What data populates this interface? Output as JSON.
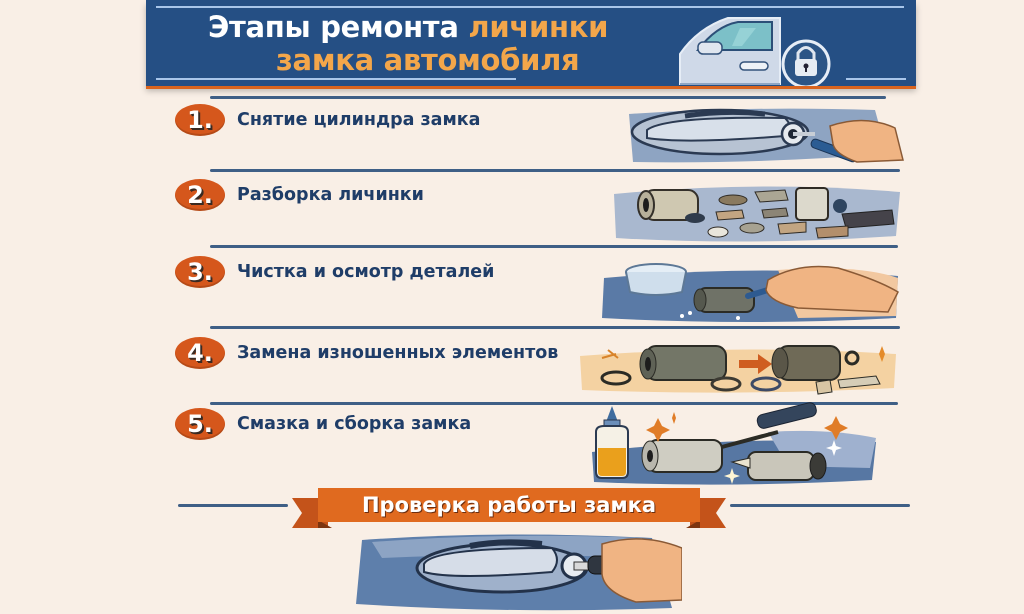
{
  "header": {
    "title_part1": "Этапы ремонта ",
    "title_part1_accent": "личинки",
    "title_line2": "замка автомобиля",
    "icons": [
      "car-door-icon",
      "padlock-icon"
    ],
    "colors": {
      "background": "#254f84",
      "accent": "#f3a64a",
      "text": "#ffffff"
    }
  },
  "steps": [
    {
      "number": "1.",
      "label": "Снятие цилиндра замка",
      "illustration": "hand-removing-lock-cylinder-from-door-handle"
    },
    {
      "number": "2.",
      "label": "Разборка личинки",
      "illustration": "disassembled-lock-cylinder-parts"
    },
    {
      "number": "3.",
      "label": "Чистка и осмотр деталей",
      "illustration": "hand-cleaning-cylinder-with-bowl"
    },
    {
      "number": "4.",
      "label": "Замена изношенных элементов",
      "illustration": "replacing-worn-parts-arrow"
    },
    {
      "number": "5.",
      "label": "Смазка и сборка замка",
      "illustration": "oil-bottle-screwdriver-assembly"
    }
  ],
  "final": {
    "banner_label": "Проверка работы замка",
    "illustration": "hand-inserting-key-into-door-handle"
  },
  "colors": {
    "page_background": "#f9efe6",
    "badge": "#d5571c",
    "step_text": "#1f3d68",
    "separator": "#3f5f86",
    "banner": "#e06a1f"
  }
}
